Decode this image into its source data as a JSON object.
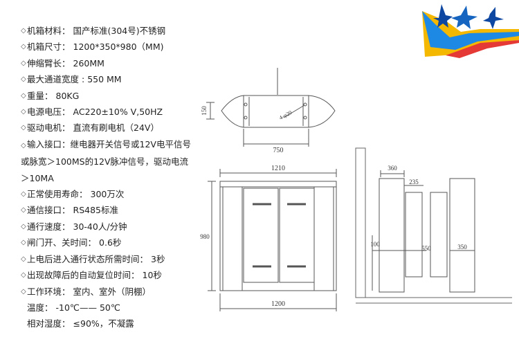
{
  "specs": [
    {
      "label": "机箱材料：",
      "value": "国产标准(304号)不锈钢"
    },
    {
      "label": "机箱尺寸：",
      "value": "1200*350*980（MM)"
    },
    {
      "label": "伸缩臂长：",
      "value": "260MM"
    },
    {
      "label": "最大通道宽度 :",
      "value": "550 MM"
    },
    {
      "label": "重量：",
      "value": "80KG"
    },
    {
      "label": "电源电压：",
      "value": "AC220±10% V,50HZ"
    },
    {
      "label": "驱动电机：",
      "value": "直流有刷电机（24V）"
    },
    {
      "label": "输入接口：",
      "value": "继电器开关信号或12V电平信号或脉宽＞100MS的12V脉冲信号，驱动电流＞10MA"
    },
    {
      "label": "正常使用寿命：",
      "value": "300万次"
    },
    {
      "label": "通信接口：",
      "value": "RS485标准"
    },
    {
      "label": "通行速度：",
      "value": "30-40人/分钟"
    },
    {
      "label": "闸门开、关时间：",
      "value": "0.6秒"
    },
    {
      "label": "上电后进入通行状态所需时间：",
      "value": "3秒"
    },
    {
      "label": "出现故障后的自动复位时间：",
      "value": "10秒"
    },
    {
      "label": "工作环境：",
      "value": "室内、室外（阴棚）"
    }
  ],
  "extra": [
    {
      "label": "温度：",
      "value": "-10℃—— 50℃"
    },
    {
      "label": "相对湿度：",
      "value": "≤90%，不凝露"
    }
  ],
  "dims": {
    "top_width": "750",
    "top_height": "150",
    "holes": "4-φ20",
    "front_top": "1210",
    "front_height": "980",
    "front_bottom": "1200",
    "side_360": "360",
    "side_235": "235",
    "side_550": "550",
    "side_350": "350",
    "side_100": "100"
  },
  "colors": {
    "logo_yellow": "#f5b800",
    "logo_blue": "#1e88e5",
    "logo_red": "#e53935",
    "logo_navy": "#0d47a1"
  }
}
